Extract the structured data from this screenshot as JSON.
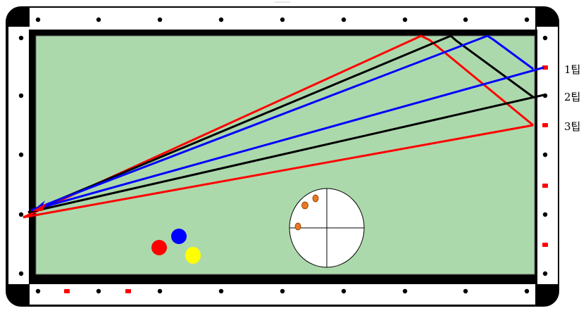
{
  "colors": {
    "felt": "#acd9ac",
    "rail": "#ffffff",
    "rail_border": "#000000",
    "corner": "#000000",
    "diamond_marker": "#000000",
    "highlight_marker": "#ff0000",
    "path_tip1": "#0000ff",
    "path_tip2": "#000000",
    "path_tip3": "#ff0000",
    "ball_red": "#ff0000",
    "ball_blue": "#0000ff",
    "ball_yellow": "#ffff00",
    "tip_dot": "#e87722"
  },
  "tips": [
    {
      "id": "tip1",
      "label": "1팁"
    },
    {
      "id": "tip2",
      "label": "2팁"
    },
    {
      "id": "tip3",
      "label": "3팁"
    }
  ]
}
